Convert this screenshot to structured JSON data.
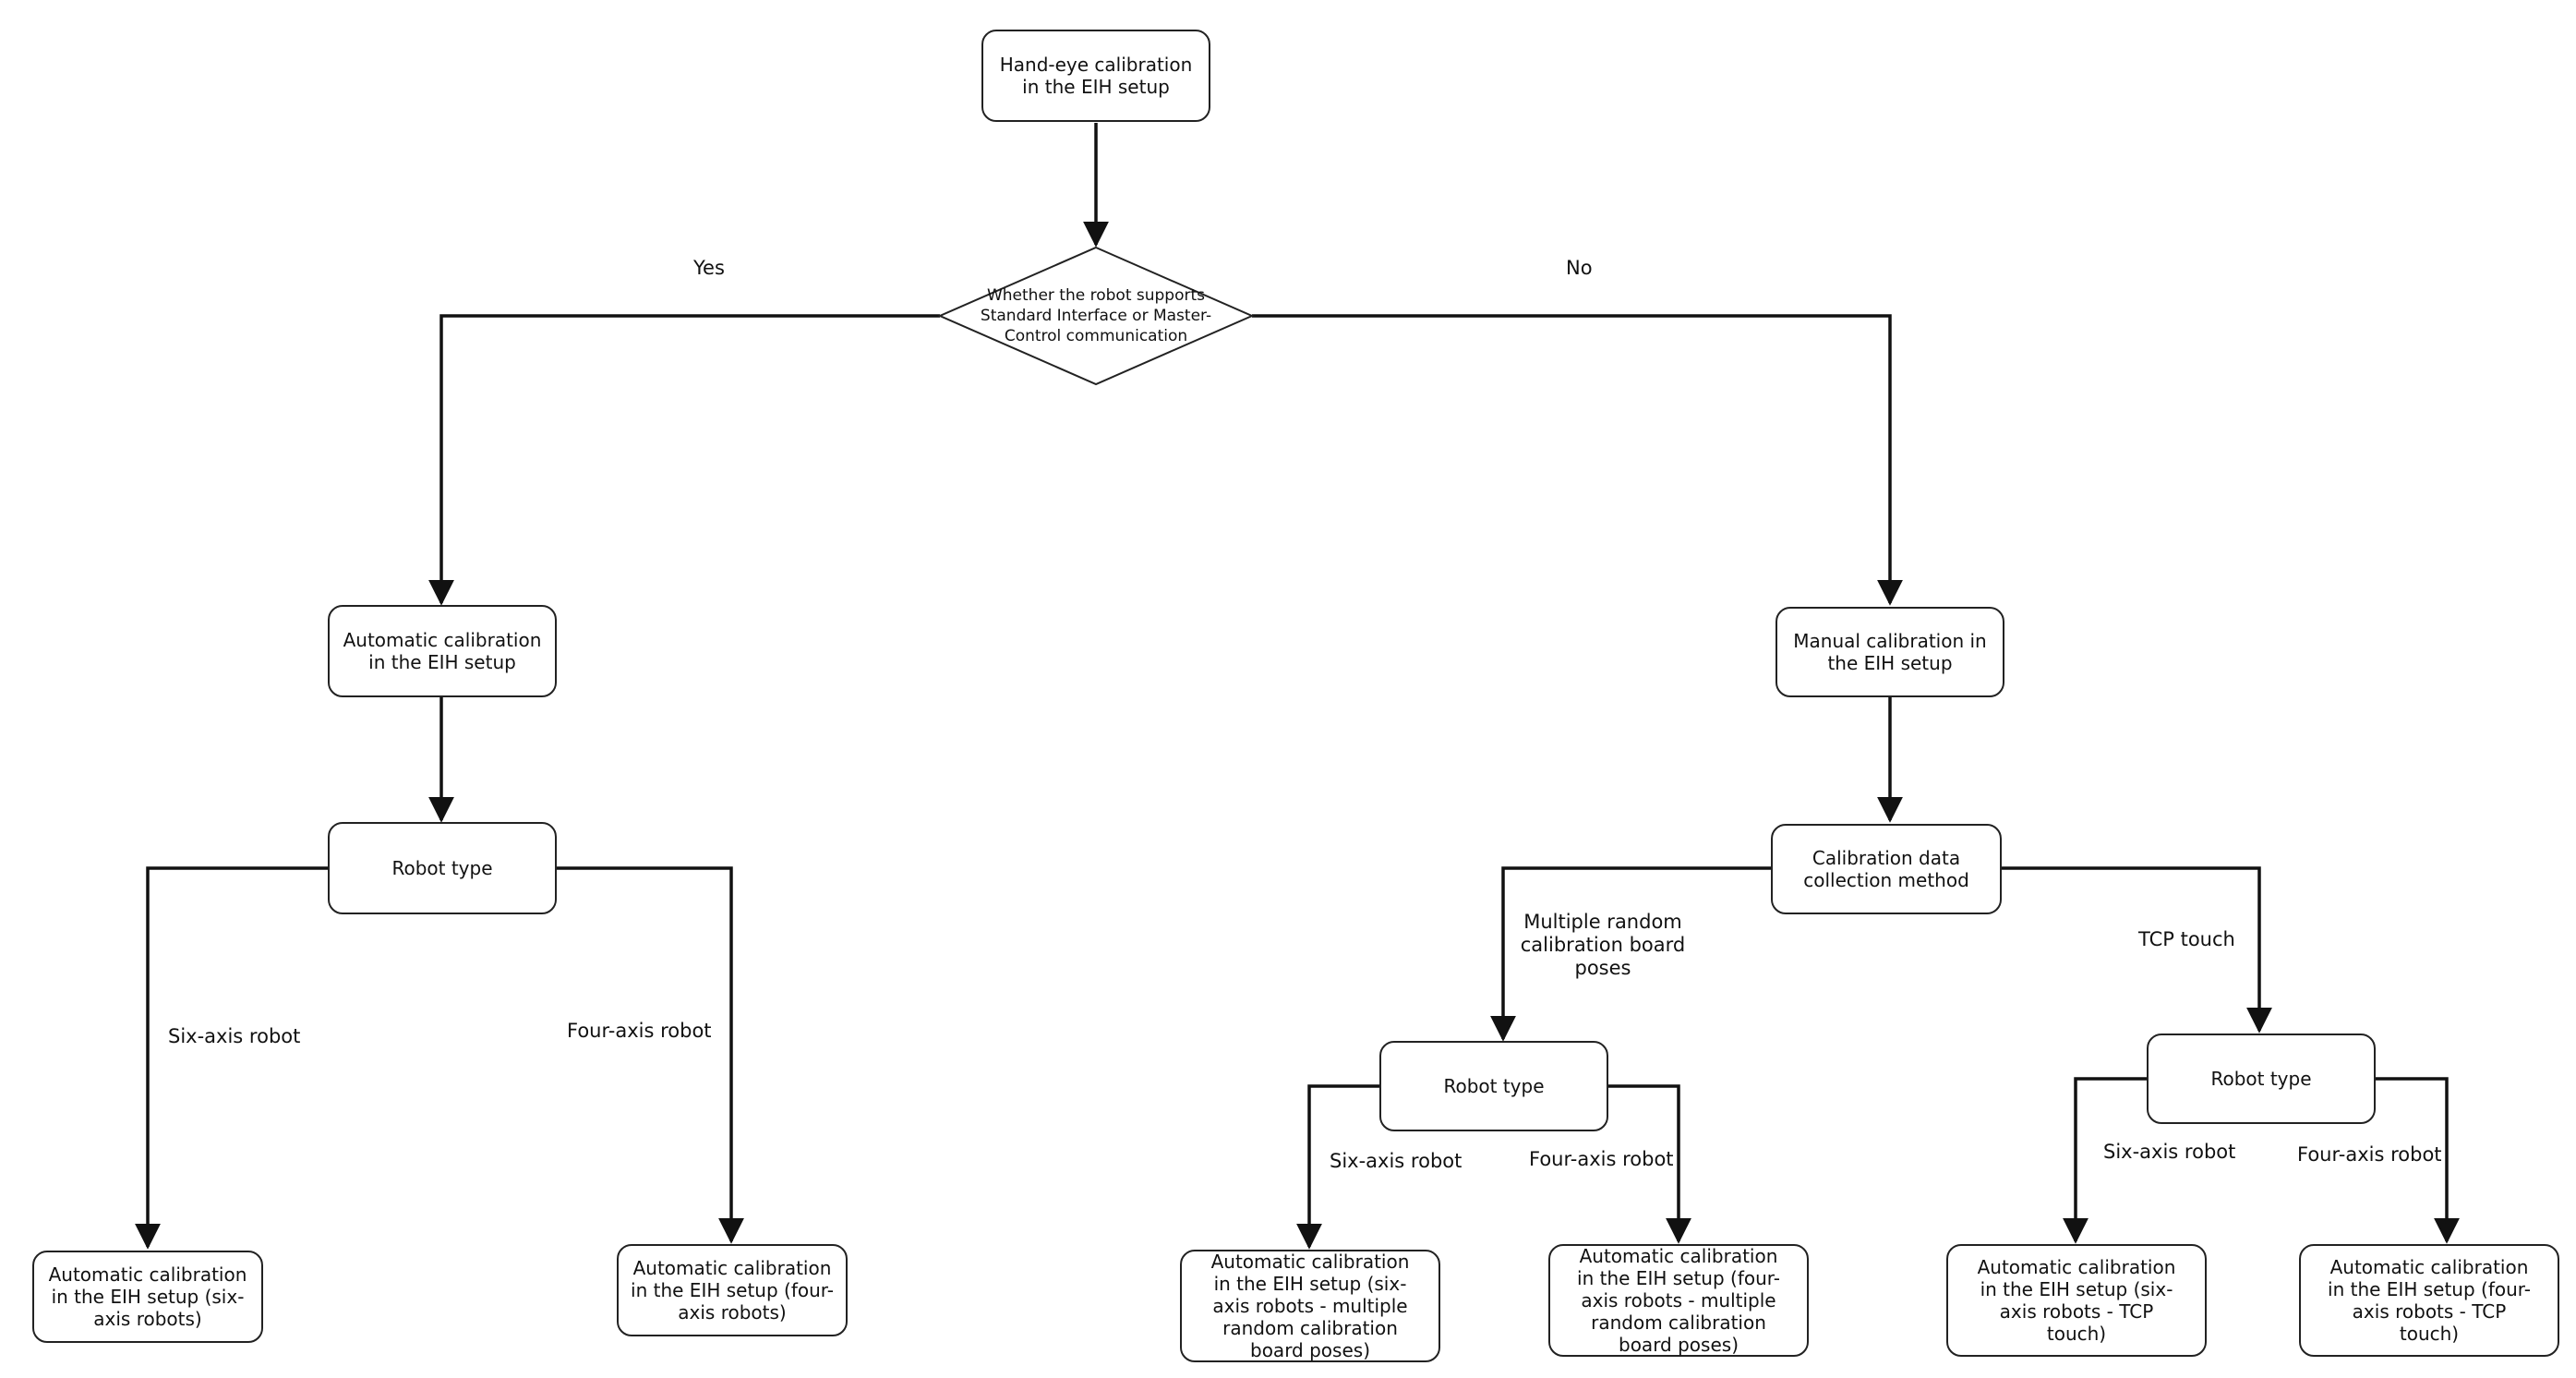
{
  "nodes": {
    "root": "Hand-eye calibration in the EIH setup",
    "decision": "Whether the robot supports Standard Interface or Master-Control communication",
    "auto": "Automatic calibration in the EIH setup",
    "manual": "Manual calibration in the EIH setup",
    "robot_type_left": "Robot type",
    "collection_method": "Calibration data collection method",
    "auto_six": "Automatic calibration in the EIH setup (six-axis robots)",
    "auto_four": "Automatic calibration in the EIH setup (four-axis robots)",
    "robot_type_mid": "Robot type",
    "robot_type_right": "Robot type",
    "multi_six": "Automatic calibration in the EIH setup (six-axis robots - multiple random calibration board poses)",
    "multi_four": "Automatic calibration in the EIH setup (four-axis robots - multiple random calibration board poses)",
    "tcp_six": "Automatic calibration in the EIH setup (six-axis robots - TCP touch)",
    "tcp_four": "Automatic calibration in the EIH setup (four-axis robots - TCP touch)"
  },
  "edge_labels": {
    "yes": "Yes",
    "no": "No",
    "six_axis_left": "Six-axis robot",
    "four_axis_left": "Four-axis robot",
    "multiple_poses": "Multiple random calibration board poses",
    "tcp_touch": "TCP touch",
    "six_axis_mid": "Six-axis robot",
    "four_axis_mid": "Four-axis robot",
    "six_axis_right": "Six-axis robot",
    "four_axis_right": "Four-axis robot"
  }
}
